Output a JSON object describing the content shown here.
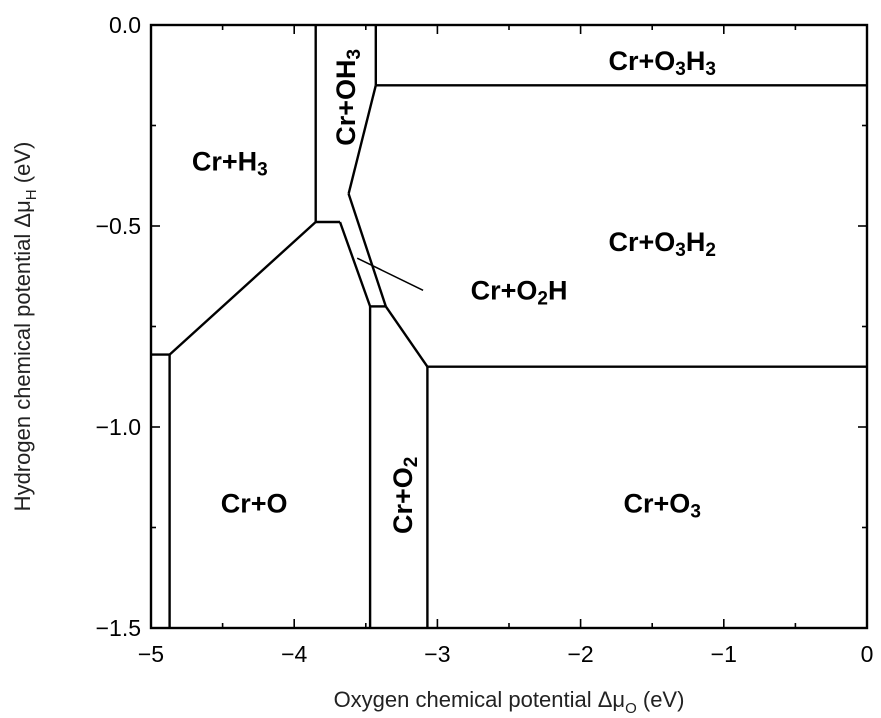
{
  "chart_data": {
    "type": "phase-diagram",
    "title": "",
    "xlabel": "Oxygen chemical potential Δμ",
    "xlabel_sub": "O",
    "xlabel_unit": " (eV)",
    "ylabel": "Hydrogen chemical potential Δμ",
    "ylabel_sub": "H",
    "ylabel_unit": " (eV)",
    "xlim": [
      -5,
      0
    ],
    "ylim": [
      -1.5,
      0
    ],
    "xticks": [
      -5,
      -4,
      -3,
      -2,
      -1,
      0
    ],
    "yticks": [
      0,
      -0.5,
      -1,
      -1.5
    ],
    "xtick_labels": [
      "−5",
      "−4",
      "−3",
      "−2",
      "−1",
      "0"
    ],
    "ytick_labels": [
      "0.0",
      "−0.5",
      "−1.0",
      "−1.5"
    ],
    "boundaries": [
      {
        "name": "h3-oh3-left",
        "points": [
          [
            -3.85,
            0
          ],
          [
            -3.85,
            -0.49
          ]
        ]
      },
      {
        "name": "h3-o-diagonal",
        "points": [
          [
            -3.85,
            -0.49
          ],
          [
            -4.87,
            -0.82
          ]
        ]
      },
      {
        "name": "o-left-strip-top",
        "points": [
          [
            -5,
            -0.82
          ],
          [
            -4.87,
            -0.82
          ]
        ]
      },
      {
        "name": "o-left-strip-vertical",
        "points": [
          [
            -4.87,
            -0.82
          ],
          [
            -4.87,
            -1.5
          ]
        ]
      },
      {
        "name": "oh3-o2h-bottom",
        "points": [
          [
            -3.85,
            -0.49
          ],
          [
            -3.68,
            -0.49
          ]
        ]
      },
      {
        "name": "oh3-right",
        "points": [
          [
            -3.43,
            0
          ],
          [
            -3.43,
            -0.15
          ]
        ]
      },
      {
        "name": "o3h3-bottom",
        "points": [
          [
            -3.43,
            -0.15
          ],
          [
            0,
            -0.15
          ]
        ]
      },
      {
        "name": "oh3-o3h2-boundary",
        "points": [
          [
            -3.43,
            -0.15
          ],
          [
            -3.62,
            -0.42
          ]
        ]
      },
      {
        "name": "o2h-left",
        "points": [
          [
            -3.68,
            -0.49
          ],
          [
            -3.47,
            -0.7
          ]
        ]
      },
      {
        "name": "o2h-right",
        "points": [
          [
            -3.62,
            -0.42
          ],
          [
            -3.36,
            -0.7
          ]
        ]
      },
      {
        "name": "o2h-bottom",
        "points": [
          [
            -3.47,
            -0.7
          ],
          [
            -3.36,
            -0.7
          ]
        ]
      },
      {
        "name": "o2-left",
        "points": [
          [
            -3.47,
            -0.7
          ],
          [
            -3.47,
            -1.5
          ]
        ]
      },
      {
        "name": "o2-o3h2-boundary",
        "points": [
          [
            -3.36,
            -0.7
          ],
          [
            -3.07,
            -0.85
          ]
        ]
      },
      {
        "name": "o2-right",
        "points": [
          [
            -3.07,
            -0.85
          ],
          [
            -3.07,
            -1.5
          ]
        ]
      },
      {
        "name": "o3-top",
        "points": [
          [
            -3.07,
            -0.85
          ],
          [
            0,
            -0.85
          ]
        ]
      }
    ],
    "leader_line": {
      "points": [
        [
          -3.56,
          -0.58
        ],
        [
          -3.1,
          -0.66
        ]
      ]
    },
    "regions": [
      {
        "name": "cr-h3",
        "base": "Cr+H",
        "sub": "3",
        "tail": "",
        "x": -4.45,
        "y": -0.34,
        "rotate": false
      },
      {
        "name": "cr-oh3",
        "base": "Cr+OH",
        "sub": "3",
        "tail": "",
        "x": -3.64,
        "y": -0.18,
        "rotate": true
      },
      {
        "name": "cr-o3h3",
        "base": "Cr+O",
        "sub": "3",
        "tail": "H",
        "sub2": "3",
        "x": -1.43,
        "y": -0.09,
        "rotate": false
      },
      {
        "name": "cr-o3h2",
        "base": "Cr+O",
        "sub": "3",
        "tail": "H",
        "sub2": "2",
        "x": -1.43,
        "y": -0.54,
        "rotate": false
      },
      {
        "name": "cr-o2h",
        "base": "Cr+O",
        "sub": "2",
        "tail": "H",
        "sub2": "",
        "x": -2.43,
        "y": -0.66,
        "rotate": false
      },
      {
        "name": "cr-o",
        "base": "Cr+O",
        "sub": "",
        "tail": "",
        "x": -4.28,
        "y": -1.19,
        "rotate": false
      },
      {
        "name": "cr-o2",
        "base": "Cr+O",
        "sub": "2",
        "tail": "",
        "x": -3.24,
        "y": -1.17,
        "rotate": true
      },
      {
        "name": "cr-o3",
        "base": "Cr+O",
        "sub": "3",
        "tail": "",
        "x": -1.43,
        "y": -1.19,
        "rotate": false
      }
    ]
  }
}
